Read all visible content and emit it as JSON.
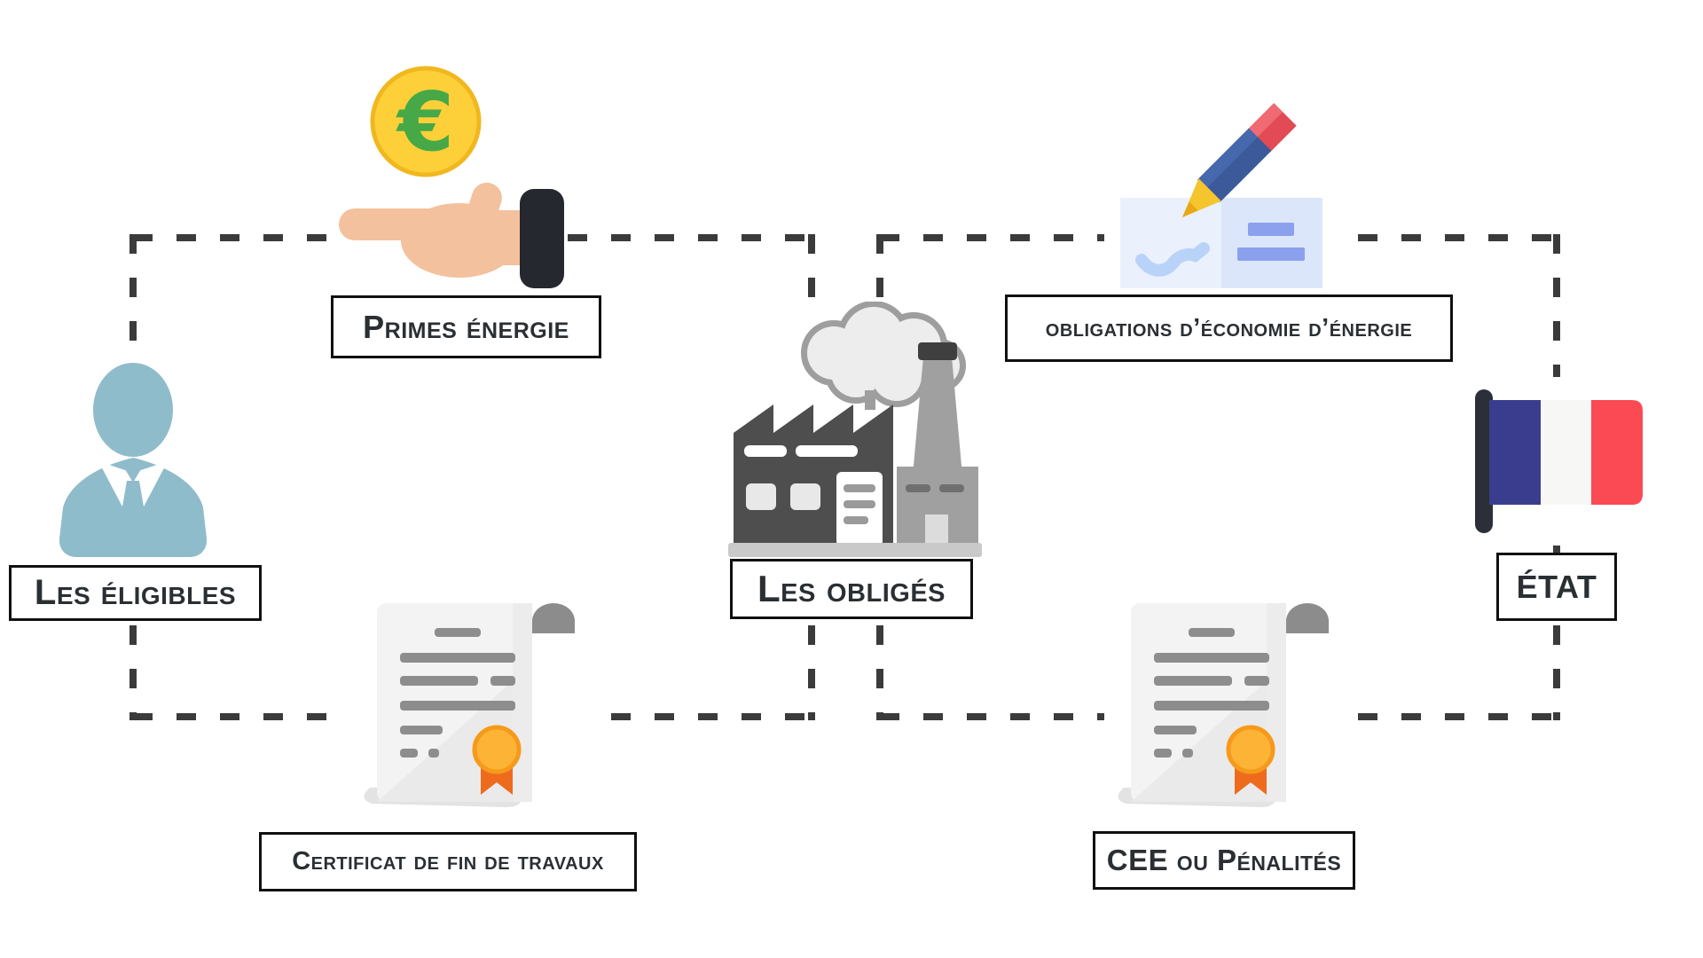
{
  "diagram": {
    "description": "CEE scheme flow diagram (French energy savings certificates)",
    "nodes": {
      "eligibles": {
        "label": "Les éligibles"
      },
      "obliges": {
        "label": "Les obligés"
      },
      "etat": {
        "label": "ÉTAT"
      }
    },
    "edge_labels": {
      "primes": {
        "text": "Primes énergie"
      },
      "obligations": {
        "text": "obligations d’économie d’énergie"
      },
      "certificat": {
        "text": "Certificat de fin de travaux"
      },
      "cee": {
        "text": "CEE ou Pénalités"
      }
    },
    "icons": {
      "eligibles": "businessman-icon",
      "primes": "hand-holding-euro-coin-icon",
      "obliges": "factory-smoke-icon",
      "obligations": "pencil-signing-document-icon",
      "etat": "french-flag-icon",
      "certificat": "certificate-seal-icon",
      "cee": "certificate-seal-icon"
    },
    "colors": {
      "dash_line": "#3b3b3b",
      "label_border": "#101010",
      "label_text": "#2a2f33",
      "person_blue": "#8fbccb",
      "coin_yellow": "#fdd039",
      "coin_rim": "#f1b71f",
      "euro_green": "#46a846",
      "hand_skin": "#f3c19d",
      "sleeve_dark": "#25282e",
      "factory_dark": "#4e4e4e",
      "factory_light_gray": "#a0a0a0",
      "smoke_fill": "#ededed",
      "smoke_stroke": "#9e9e9e",
      "pencil_blue": "#3c5a9a",
      "pencil_red": "#e24a55",
      "pencil_yellow": "#f4c52c",
      "page_light_blue": "#eaf0fc",
      "page_blue": "#dce6fa",
      "page_bar_blue": "#8ba1ee",
      "flag_blue": "#3a3d8d",
      "flag_red": "#fb4a53",
      "seal_orange": "#fdb335",
      "ribbon_orange": "#ee6b1e",
      "cert_paper": "#f3f3f3",
      "cert_line_gray": "#8d8d8d"
    }
  }
}
